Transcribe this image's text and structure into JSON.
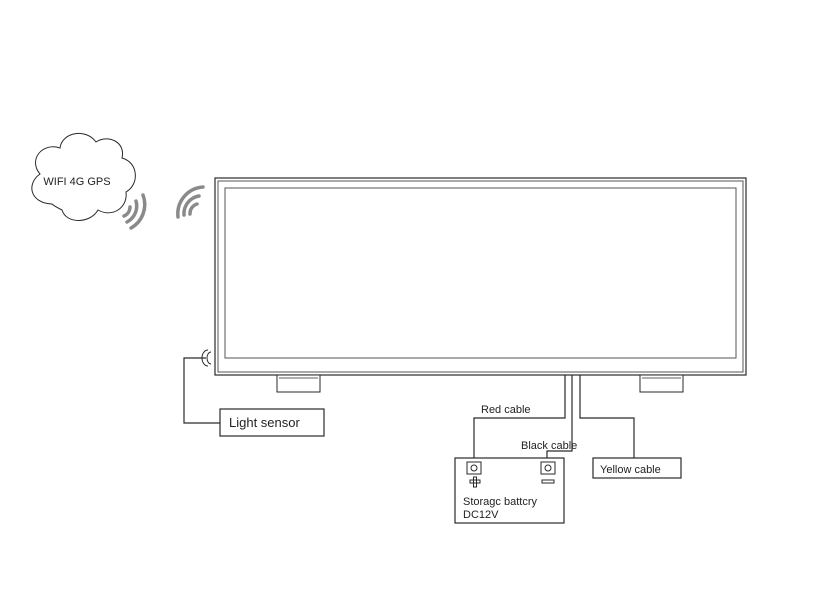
{
  "cloud": {
    "label": "WIFI  4G GPS"
  },
  "sensor": {
    "label": "Light sensor"
  },
  "cables": {
    "red": "Red cable",
    "black": "Black cable",
    "yellow": "Yellow cable"
  },
  "battery": {
    "line1": "Storagc  battcry",
    "line2": "DC12V"
  },
  "colors": {
    "line": "#2a2a2a",
    "signal": "#8a8a8a",
    "screen_frame": "#555555"
  }
}
